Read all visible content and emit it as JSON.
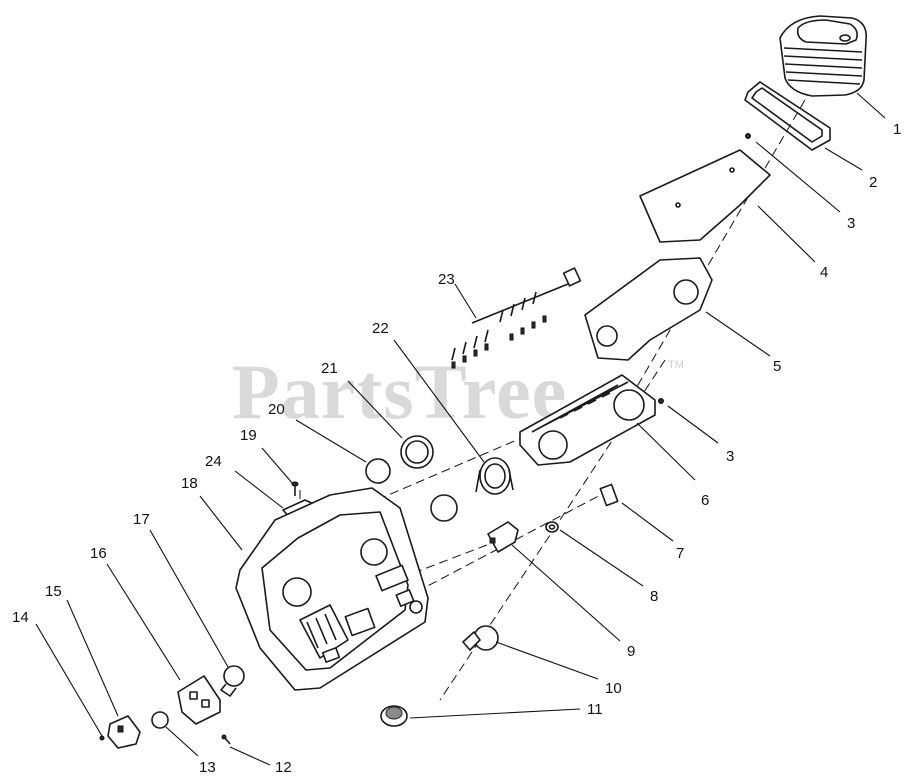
{
  "watermark": {
    "text": "PartsTree",
    "tm": "TM"
  },
  "callouts": [
    {
      "id": "c1",
      "label": "1"
    },
    {
      "id": "c2",
      "label": "2"
    },
    {
      "id": "c3a",
      "label": "3"
    },
    {
      "id": "c4",
      "label": "4"
    },
    {
      "id": "c5",
      "label": "5"
    },
    {
      "id": "c3b",
      "label": "3"
    },
    {
      "id": "c6",
      "label": "6"
    },
    {
      "id": "c7",
      "label": "7"
    },
    {
      "id": "c8",
      "label": "8"
    },
    {
      "id": "c9",
      "label": "9"
    },
    {
      "id": "c10",
      "label": "10"
    },
    {
      "id": "c11",
      "label": "11"
    },
    {
      "id": "c12",
      "label": "12"
    },
    {
      "id": "c13",
      "label": "13"
    },
    {
      "id": "c14",
      "label": "14"
    },
    {
      "id": "c15",
      "label": "15"
    },
    {
      "id": "c16",
      "label": "16"
    },
    {
      "id": "c17",
      "label": "17"
    },
    {
      "id": "c18",
      "label": "18"
    },
    {
      "id": "c19",
      "label": "19"
    },
    {
      "id": "c20",
      "label": "20"
    },
    {
      "id": "c21",
      "label": "21"
    },
    {
      "id": "c22",
      "label": "22"
    },
    {
      "id": "c23",
      "label": "23"
    },
    {
      "id": "c24",
      "label": "24"
    }
  ]
}
